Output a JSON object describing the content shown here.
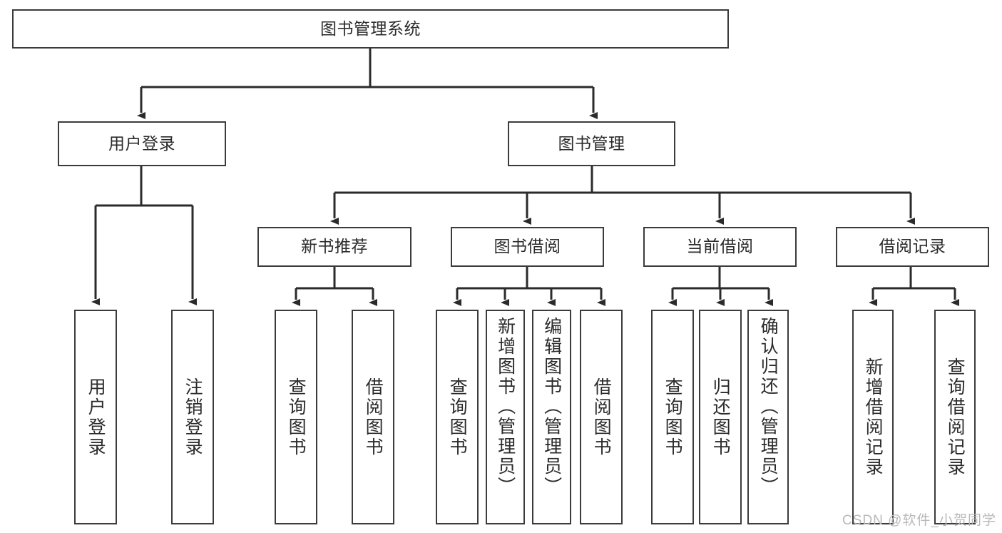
{
  "diagram": {
    "title": "图书管理系统",
    "type": "hierarchy-tree",
    "colors": {
      "box_border": "#3b3b3b",
      "box_fill": "#ffffff",
      "edge": "#2b2b2b",
      "text": "#2b2b2b",
      "watermark": "#b9b9b9",
      "background": "#ffffff"
    },
    "nodes": {
      "root": {
        "label": "图书管理系统",
        "orientation": "horizontal"
      },
      "level1": [
        {
          "id": "user-login",
          "label": "用户登录",
          "orientation": "horizontal"
        },
        {
          "id": "book-management",
          "label": "图书管理",
          "orientation": "horizontal"
        }
      ],
      "level2": [
        {
          "id": "new-book-recommend",
          "label": "新书推荐",
          "orientation": "horizontal"
        },
        {
          "id": "book-borrow",
          "label": "图书借阅",
          "orientation": "horizontal"
        },
        {
          "id": "current-borrow",
          "label": "当前借阅",
          "orientation": "horizontal"
        },
        {
          "id": "borrow-record",
          "label": "借阅记录",
          "orientation": "horizontal"
        }
      ],
      "leaves": {
        "user-login": [
          {
            "id": "leaf-user-login",
            "label": "用户登录",
            "orientation": "vertical"
          },
          {
            "id": "leaf-logout-login",
            "label": "注销登录",
            "orientation": "vertical"
          }
        ],
        "new-book-recommend": [
          {
            "id": "leaf-query-book-1",
            "label": "查询图书",
            "orientation": "vertical"
          },
          {
            "id": "leaf-borrow-book-1",
            "label": "借阅图书",
            "orientation": "vertical"
          }
        ],
        "book-borrow": [
          {
            "id": "leaf-query-book-2",
            "label": "查询图书",
            "orientation": "vertical"
          },
          {
            "id": "leaf-add-book",
            "label": "新增图书（管理员）",
            "orientation": "vertical"
          },
          {
            "id": "leaf-edit-book",
            "label": "编辑图书（管理员）",
            "orientation": "vertical"
          },
          {
            "id": "leaf-borrow-book-2",
            "label": "借阅图书",
            "orientation": "vertical"
          }
        ],
        "current-borrow": [
          {
            "id": "leaf-query-book-3",
            "label": "查询图书",
            "orientation": "vertical"
          },
          {
            "id": "leaf-return-book",
            "label": "归还图书",
            "orientation": "vertical"
          },
          {
            "id": "leaf-confirm-return",
            "label": "确认归还（管理员）",
            "orientation": "vertical"
          }
        ],
        "borrow-record": [
          {
            "id": "leaf-add-record",
            "label": "新增借阅记录",
            "orientation": "vertical"
          },
          {
            "id": "leaf-query-record",
            "label": "查询借阅记录",
            "orientation": "vertical"
          }
        ]
      }
    },
    "watermark": "CSDN @软件_小贺同学"
  }
}
